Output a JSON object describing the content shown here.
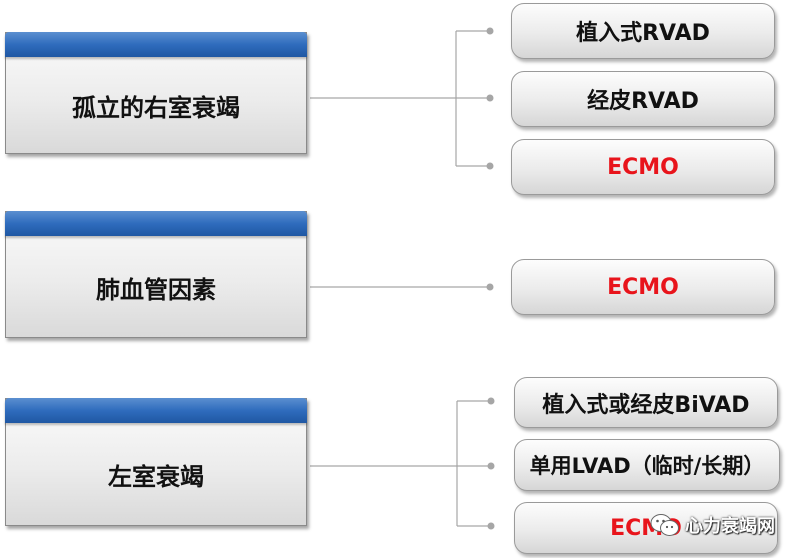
{
  "groups": [
    {
      "category": "孤立的右室衰竭",
      "options": [
        {
          "label": "植入式RVAD"
        },
        {
          "label": "经皮RVAD"
        },
        {
          "label": "ECMO"
        }
      ]
    },
    {
      "category": "肺血管因素",
      "options": [
        {
          "label": "ECMO"
        }
      ]
    },
    {
      "category": "左室衰竭",
      "options": [
        {
          "label": "植入式或经皮BiVAD"
        },
        {
          "label": "单用LVAD（临时/长期）"
        },
        {
          "label": "ECMO"
        }
      ]
    }
  ],
  "colors": {
    "header_bar": "#2f6cbd",
    "ecmo_text": "#e8141b",
    "connector": "#a6a6a6"
  },
  "watermark": {
    "text": "心力衰竭网",
    "icon": "wechat-icon"
  }
}
